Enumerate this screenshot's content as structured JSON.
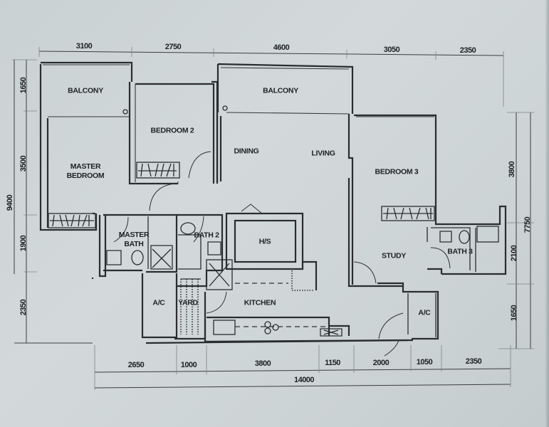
{
  "drawing": {
    "type": "floor-plan",
    "units": "mm",
    "rooms": {
      "balcony_1": "BALCONY",
      "bedroom_2": "BEDROOM 2",
      "balcony_2": "BALCONY",
      "master_bedroom_l1": "MASTER",
      "master_bedroom_l2": "BEDROOM",
      "dining": "DINING",
      "living": "LIVING",
      "bedroom_3": "BEDROOM 3",
      "master_bath_l1": "MASTER",
      "master_bath_l2": "BATH",
      "bath_2": "BATH 2",
      "hs": "H/S",
      "study": "STUDY",
      "bath_3": "BATH 3",
      "ac_1": "A/C",
      "yard": "YARD",
      "kitchen": "KITCHEN",
      "ac_2": "A/C"
    },
    "dimensions": {
      "top": [
        "3100",
        "2750",
        "4600",
        "3050",
        "2350"
      ],
      "left": [
        "1650",
        "3500",
        "1900",
        "2350"
      ],
      "left_total": "9400",
      "right": [
        "3800",
        "2100",
        "1650"
      ],
      "right_total": "7750",
      "bottom": [
        "2650",
        "1000",
        "3800",
        "1150",
        "2000",
        "1050",
        "2350"
      ],
      "bottom_total": "14000"
    }
  }
}
